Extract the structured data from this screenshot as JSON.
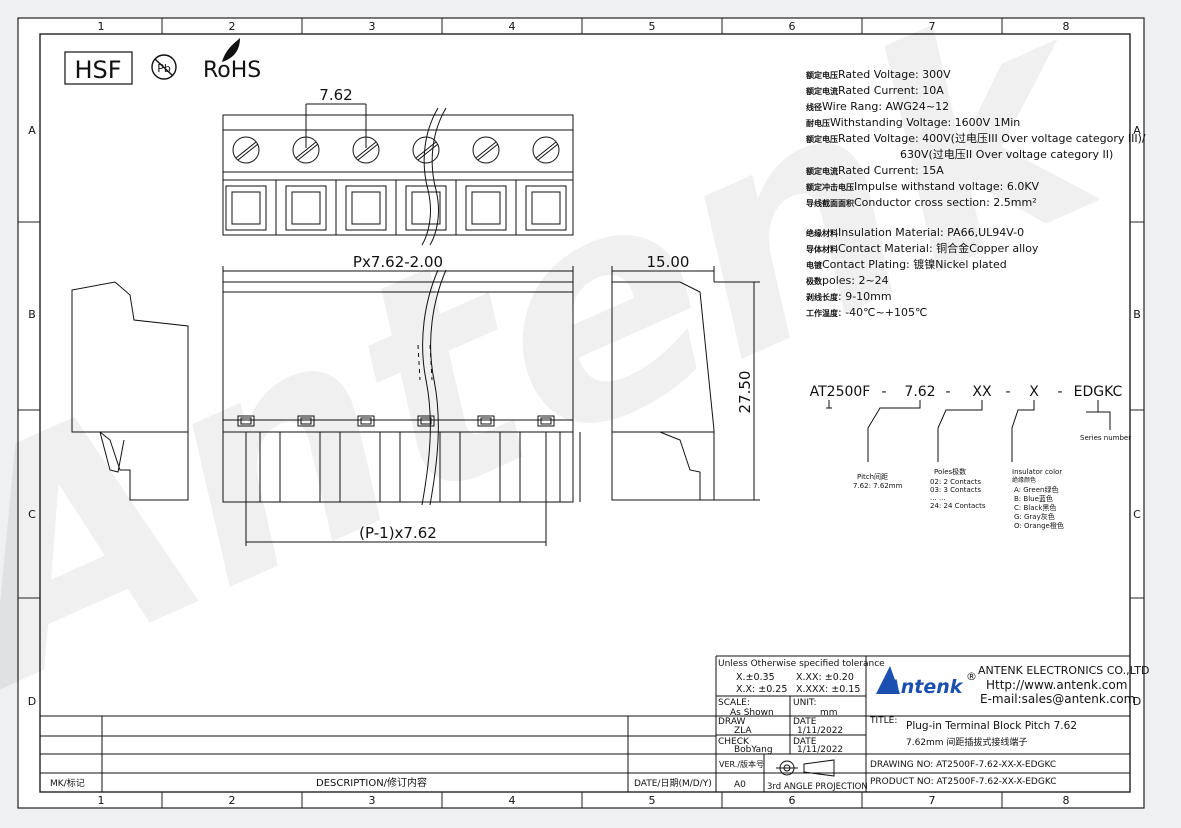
{
  "grid": {
    "columns": [
      "1",
      "2",
      "3",
      "4",
      "5",
      "6",
      "7",
      "8"
    ],
    "rows": [
      "A",
      "B",
      "C",
      "D"
    ]
  },
  "marks": {
    "hsf": "HSF",
    "pb": "Pb",
    "rohs": "RoHS"
  },
  "watermark": "Antenk",
  "dimensions": {
    "pitch": "7.62",
    "overall_width": "Px7.62-2.00",
    "pin_span": "(P-1)x7.62",
    "depth": "15.00",
    "height": "27.50"
  },
  "specs": [
    {
      "cn": "额定电压",
      "en": "Rated Voltage: 300V"
    },
    {
      "cn": "额定电流",
      "en": "Rated  Current: 10A"
    },
    {
      "cn": "线径",
      "en": "Wire Rang: AWG24~12"
    },
    {
      "cn": "耐电压",
      "en": "Withstanding Voltage: 1600V 1Min"
    },
    {
      "cn": "额定电压",
      "en": "Rated Voltage: 400V(过电压III Over voltage category III)/"
    },
    {
      "cn": "",
      "en": "630V(过电压II Over voltage category II)"
    },
    {
      "cn": "额定电流",
      "en": "Rated Current: 15A"
    },
    {
      "cn": "额定冲击电压",
      "en": "Impulse withstand voltage: 6.0KV"
    },
    {
      "cn": "导线截面面积",
      "en": "Conductor cross section: 2.5mm²"
    },
    {
      "cn": "绝缘材料",
      "en": "Insulation Material: PA66,UL94V-0"
    },
    {
      "cn": "导体材料",
      "en": "Contact Material: 铜合金Copper alloy"
    },
    {
      "cn": "电镀",
      "en": "Contact Plating: 镀镍Nickel plated"
    },
    {
      "cn": "极数",
      "en": "poles: 2~24"
    },
    {
      "cn": "剥线长度",
      "en": ": 9-10mm"
    },
    {
      "cn": "工作温度",
      "en": ": -40℃~+105℃"
    }
  ],
  "part_code": {
    "segments": [
      "AT2500F",
      "-",
      "7.62",
      "-",
      "XX",
      "-",
      "X",
      "-",
      "EDGKC"
    ],
    "series_label": "Series number",
    "pitch_label": "Pitch间距",
    "pitch_value": "7.62: 7.62mm",
    "poles_title": "Poles极数",
    "poles_lines": [
      "02:  2  Contacts",
      "03:  3  Contacts",
      "...   ...",
      "24:  24  Contacts"
    ],
    "color_title": "Insulator color",
    "color_cn": "绝缘颜色",
    "color_lines": [
      "A: Green绿色",
      "B: Blue蓝色",
      "C: Black黑色",
      "G: Gray灰色",
      "O: Orange橙色"
    ]
  },
  "title_block": {
    "tolerance_title": "Unless Otherwise specified tolerance",
    "tol_1a": "X.±0.35",
    "tol_1b": "X.XX: ±0.20",
    "tol_2a": "X.X: ±0.25",
    "tol_2b": "X.XXX: ±0.15",
    "scale_label": "SCALE:",
    "scale_value": "As Shown",
    "unit_label": "UNIT:",
    "unit_value": "mm",
    "draw_label": "DRAW",
    "draw_value": "ZLA",
    "date_label": "DATE",
    "date_value": "1/11/2022",
    "check_label": "CHECK",
    "check_value": "BobYang",
    "date2_label": "DATE",
    "date2_value": "1/11/2022",
    "ver_label": "VER./版本号",
    "ver_value": "A0",
    "projection": "3rd ANGLE PROJECTION",
    "company_logo": "Antenk",
    "company_reg": "®",
    "company_name": "ANTENK ELECTRONICS CO.,LTD",
    "company_http": "Http://www.antenk.com",
    "company_email": "E-mail:sales@antenk.com",
    "title_label": "TITLE:",
    "title_line1": "Plug-in Terminal Block Pitch 7.62",
    "title_line2": "7.62mm 间距插拔式接线端子",
    "drawing_no": "DRAWING NO: AT2500F-7.62-XX-X-EDGKC",
    "product_no": "PRODUCT NO: AT2500F-7.62-XX-X-EDGKC",
    "mk_label": "MK/标记",
    "desc_label": "DESCRIPTION/修订内容",
    "datecol_label": "DATE/日期(M/D/Y)"
  }
}
